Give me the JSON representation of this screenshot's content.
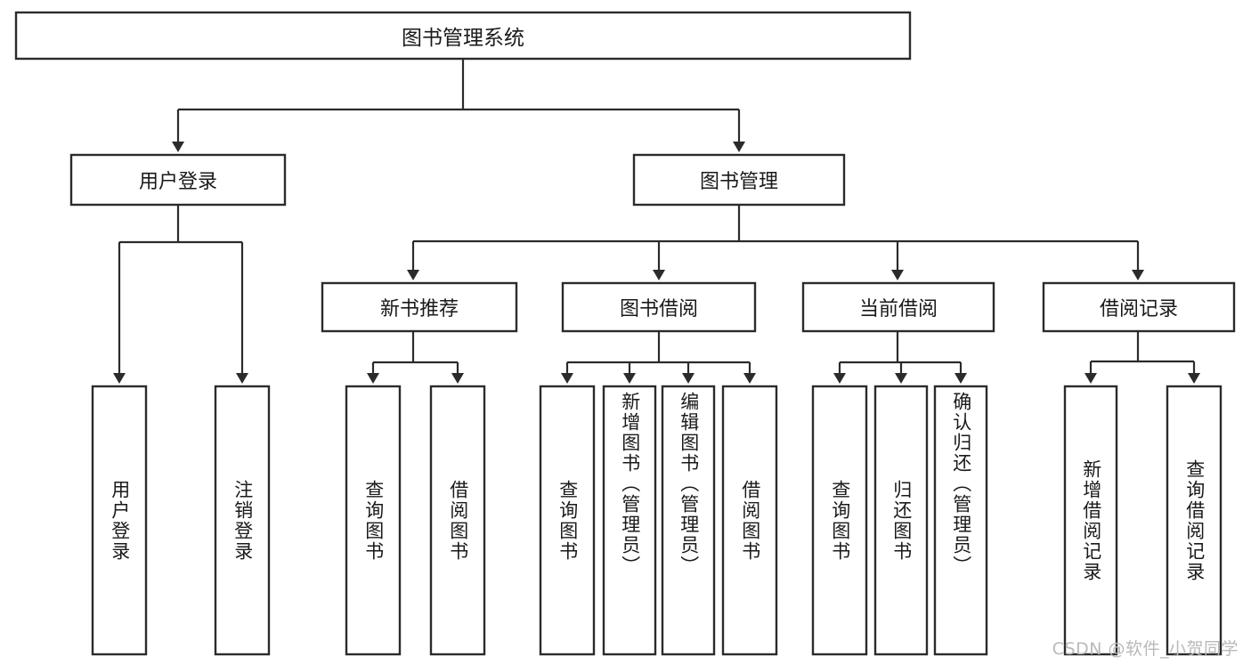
{
  "diagram": {
    "type": "tree-hierarchy-diagram",
    "title": "图书管理系统",
    "watermark": "CSDN @软件_小贺同学",
    "colors": {
      "box_stroke": "#2b2b2b",
      "box_fill": "#ffffff",
      "text": "#1a1a1a",
      "background": "#ffffff",
      "watermark": "#b9b9b9"
    },
    "nodes": {
      "root": {
        "label": "图书管理系统",
        "orientation": "horizontal"
      },
      "level1": [
        {
          "id": "user-login",
          "label": "用户登录",
          "orientation": "horizontal"
        },
        {
          "id": "book-manage",
          "label": "图书管理",
          "orientation": "horizontal"
        }
      ],
      "level2": [
        {
          "id": "new-book-recommend",
          "label": "新书推荐",
          "orientation": "horizontal"
        },
        {
          "id": "book-borrow",
          "label": "图书借阅",
          "orientation": "horizontal"
        },
        {
          "id": "current-borrow",
          "label": "当前借阅",
          "orientation": "horizontal"
        },
        {
          "id": "borrow-record",
          "label": "借阅记录",
          "orientation": "horizontal"
        }
      ],
      "leaves": [
        {
          "id": "leaf-user-login",
          "label": "用户登录",
          "parent": "user-login",
          "orientation": "vertical"
        },
        {
          "id": "leaf-user-logout",
          "label": "注销登录",
          "parent": "user-login",
          "orientation": "vertical"
        },
        {
          "id": "leaf-query-book-1",
          "label": "查询图书",
          "parent": "new-book-recommend",
          "orientation": "vertical"
        },
        {
          "id": "leaf-borrow-book-1",
          "label": "借阅图书",
          "parent": "new-book-recommend",
          "orientation": "vertical"
        },
        {
          "id": "leaf-query-book-2",
          "label": "查询图书",
          "parent": "book-borrow",
          "orientation": "vertical"
        },
        {
          "id": "leaf-add-book",
          "label": "新增图书（管理员）",
          "parent": "book-borrow",
          "orientation": "vertical"
        },
        {
          "id": "leaf-edit-book",
          "label": "编辑图书（管理员）",
          "parent": "book-borrow",
          "orientation": "vertical"
        },
        {
          "id": "leaf-borrow-book-2",
          "label": "借阅图书",
          "parent": "book-borrow",
          "orientation": "vertical"
        },
        {
          "id": "leaf-query-book-3",
          "label": "查询图书",
          "parent": "current-borrow",
          "orientation": "vertical"
        },
        {
          "id": "leaf-return-book",
          "label": "归还图书",
          "parent": "current-borrow",
          "orientation": "vertical"
        },
        {
          "id": "leaf-confirm-return",
          "label": "确认归还（管理员）",
          "parent": "current-borrow",
          "orientation": "vertical"
        },
        {
          "id": "leaf-add-record",
          "label": "新增借阅记录",
          "parent": "borrow-record",
          "orientation": "vertical"
        },
        {
          "id": "leaf-query-record",
          "label": "查询借阅记录",
          "parent": "borrow-record",
          "orientation": "vertical"
        }
      ]
    }
  }
}
